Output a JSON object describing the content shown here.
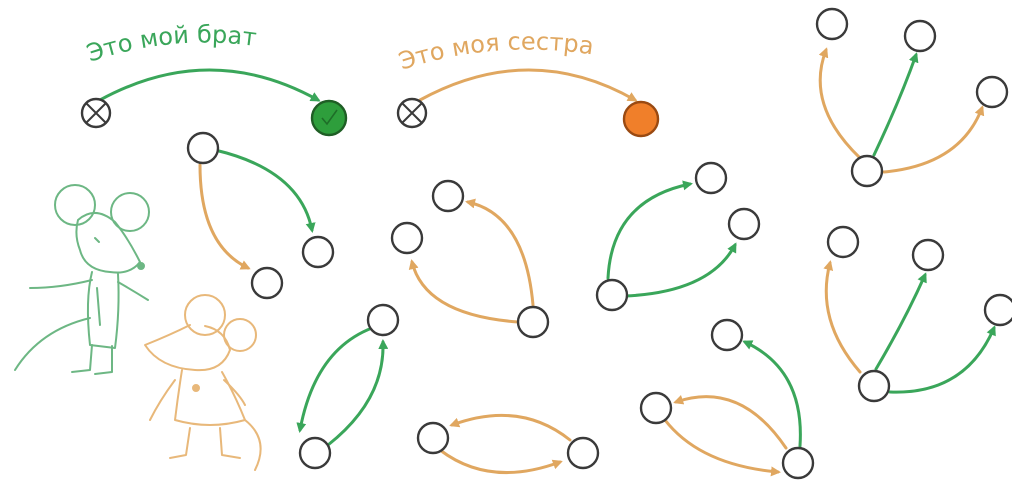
{
  "legend": {
    "brother_label": "Это мой брат",
    "sister_label": "Это моя сестра"
  },
  "colors": {
    "brother": "#3aa65a",
    "sister": "#e0a760",
    "brother_fill": "#2e9e3c",
    "sister_fill": "#f07f2a",
    "node_stroke": "#3a3a3a"
  },
  "figures": {
    "boy_mouse": "boy-mouse-sketch",
    "girl_mouse": "girl-mouse-sketch"
  }
}
